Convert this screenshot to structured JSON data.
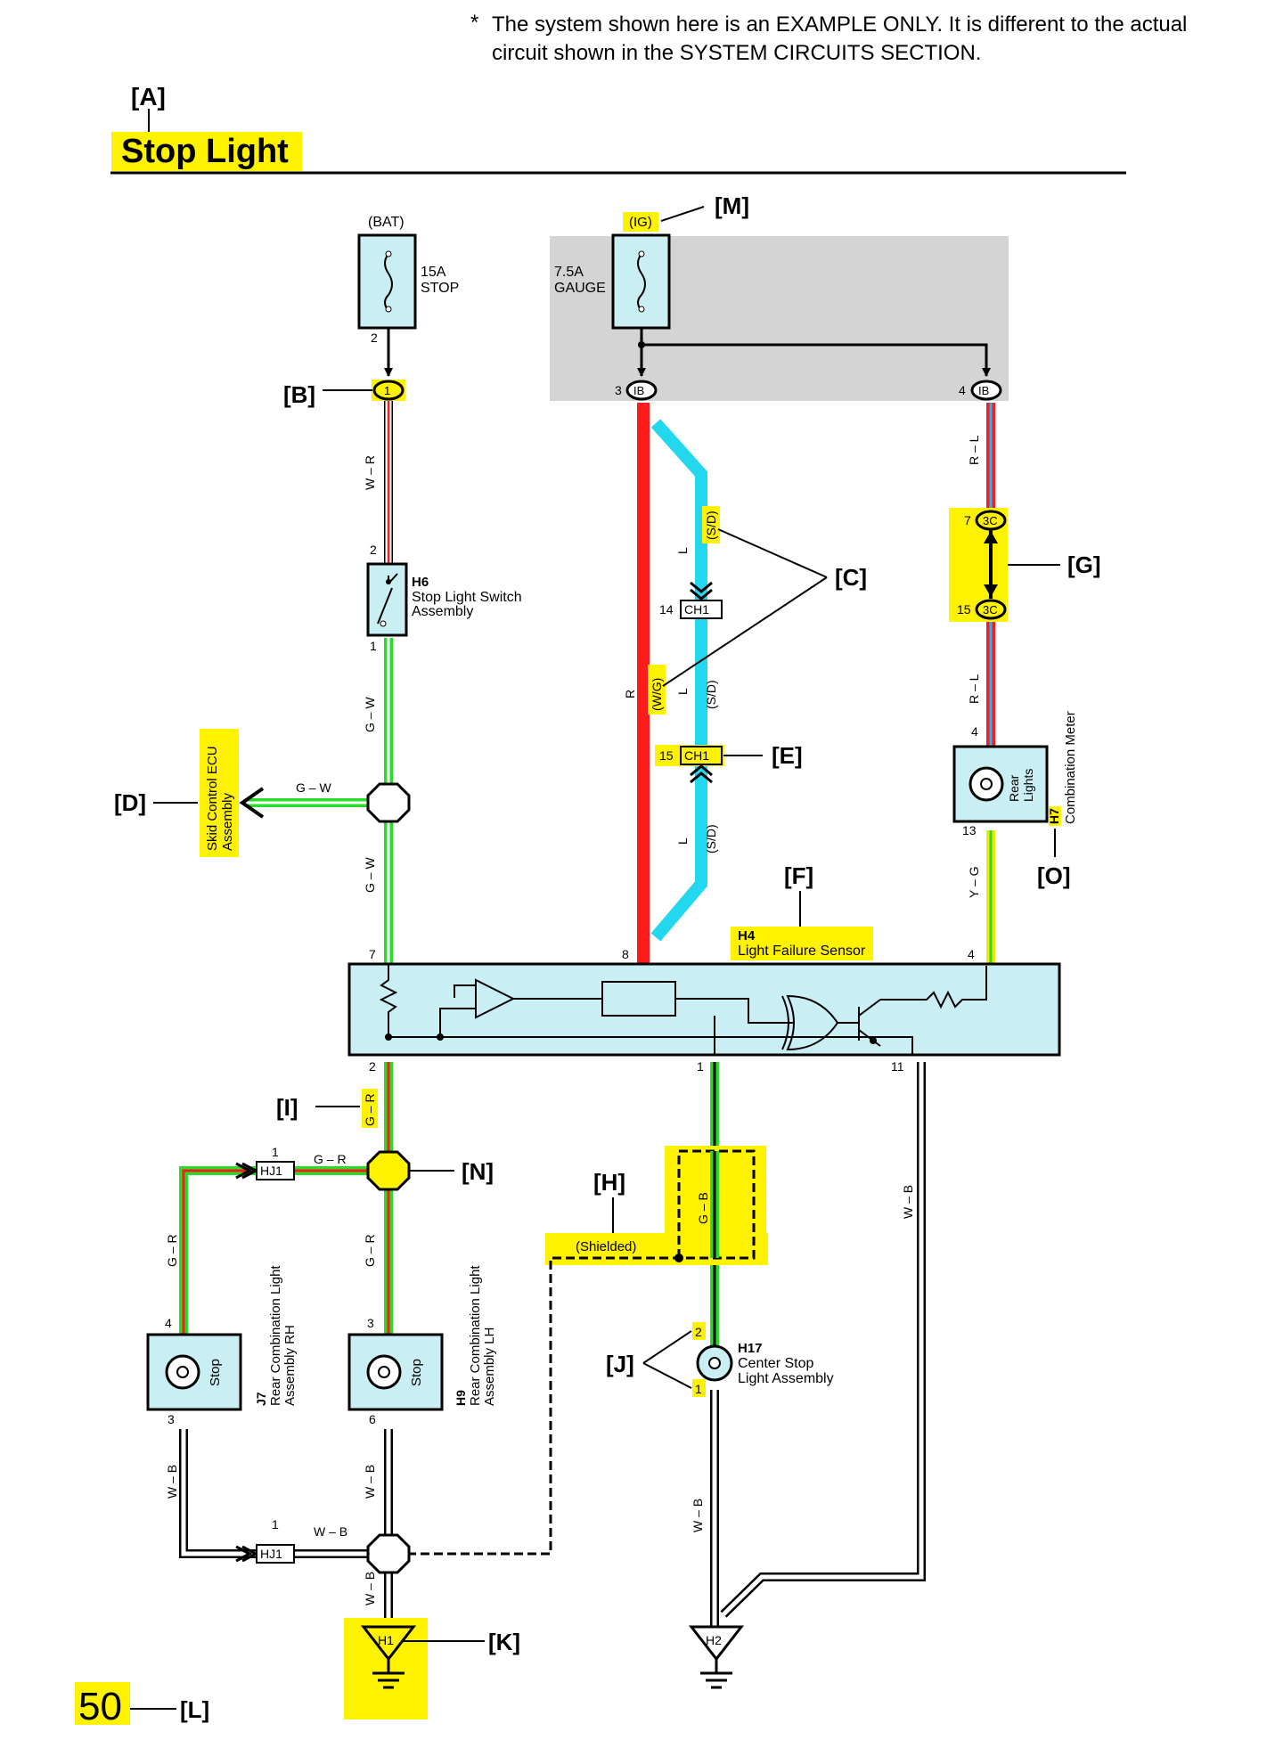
{
  "note": {
    "star": "*",
    "line1": "The system shown here is an EXAMPLE ONLY. It is different to the actual",
    "line2": "circuit shown in the SYSTEM CIRCUITS SECTION."
  },
  "title": "Stop Light",
  "callouts": {
    "A": "[A]",
    "B": "[B]",
    "C": "[C]",
    "D": "[D]",
    "E": "[E]",
    "F": "[F]",
    "G": "[G]",
    "H": "[H]",
    "I": "[I]",
    "J": "[J]",
    "K": "[K]",
    "L": "[L]",
    "M": "[M]",
    "N": "[N]",
    "O": "[O]"
  },
  "page_number": "50",
  "colors": {
    "highlight": "#fff200",
    "component_fill": "#c9eef3",
    "gray_box": "#d4d4d4",
    "wire_red": "#ff1b1b",
    "wire_green": "#2adb2a",
    "wire_cyan": "#22d7ee",
    "wire_yellow": "#f2e600",
    "wire_white": "#ffffff",
    "wire_black": "#111111"
  },
  "power": {
    "bat": "(BAT)",
    "ig": "(IG)",
    "fuse_stop_rating": "15A",
    "fuse_stop_name": "STOP",
    "fuse_gauge_rating": "7.5A",
    "fuse_gauge_name": "GAUGE"
  },
  "connectors": {
    "bat_pin": "2",
    "b_conn": "1",
    "ib": "IB",
    "ib_pin_left": "3",
    "ib_pin_right": "4",
    "c3_top_pin": "7",
    "c3_bottom_pin": "15",
    "c3": "3C",
    "ch1": "CH1",
    "ch1_top_pin": "14",
    "ch1_bottom_pin": "15",
    "hj1": "HJ1",
    "hj1_pin": "1"
  },
  "wires": {
    "w_r": "W – R",
    "g_w": "G – W",
    "g_r": "G – R",
    "w_b": "W – B",
    "r": "R",
    "l": "L",
    "r_l": "R – L",
    "y_g": "Y – G",
    "g_b": "G – B",
    "sd": "(S/D)",
    "wg": "(W/G)",
    "shielded": "(Shielded)"
  },
  "components": {
    "h6_code": "H6",
    "h6_name1": "Stop Light Switch",
    "h6_name2": "Assembly",
    "h6_pin_top": "2",
    "h6_pin_bottom": "1",
    "skid1": "Skid Control ECU",
    "skid2": "Assembly",
    "h7_code": "H7",
    "h7_name": "Combination Meter",
    "h7_lamp1": "Rear",
    "h7_lamp2": "Lights",
    "h7_pin_top": "4",
    "h7_pin_bottom": "13",
    "h4_code": "H4",
    "h4_name": "Light Failure Sensor",
    "h4_pin7": "7",
    "h4_pin8": "8",
    "h4_pin4": "4",
    "h4_pin2": "2",
    "h4_pin1": "1",
    "h4_pin11": "11",
    "j7_code": "J7",
    "j7_name1": "Rear Combination Light",
    "j7_name2": "Assembly RH",
    "j7_lamp": "Stop",
    "j7_pin_top": "4",
    "j7_pin_bottom": "3",
    "h9_code": "H9",
    "h9_name1": "Rear Combination Light",
    "h9_name2": "Assembly LH",
    "h9_lamp": "Stop",
    "h9_pin_top": "3",
    "h9_pin_bottom": "6",
    "h17_code": "H17",
    "h17_name1": "Center Stop",
    "h17_name2": "Light Assembly",
    "h17_pin_top": "2",
    "h17_pin_bottom": "1",
    "ground_h1": "H1",
    "ground_h2": "H2"
  }
}
